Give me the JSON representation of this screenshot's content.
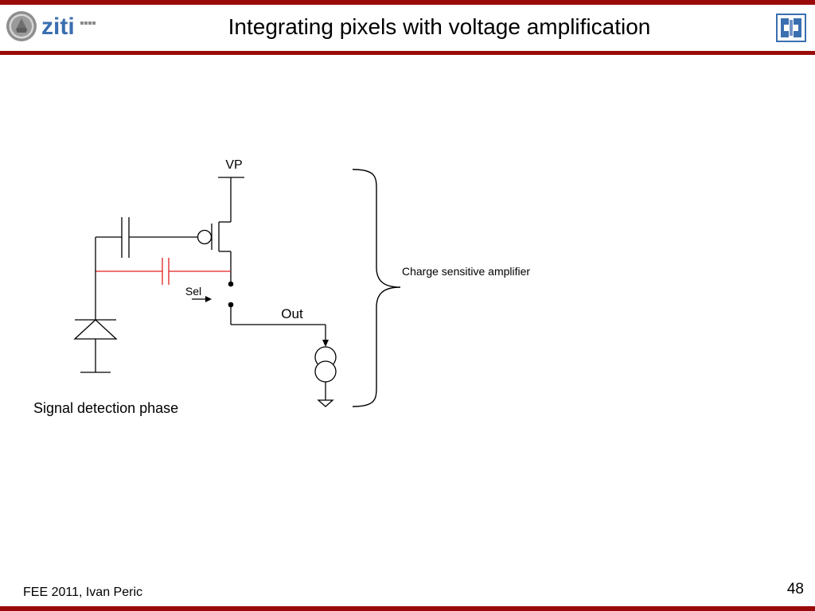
{
  "header": {
    "title": "Integrating pixels with voltage amplification",
    "logo_text": "ziti"
  },
  "diagram": {
    "vp_label": "VP",
    "sel_label": "Sel",
    "out_label": "Out",
    "brace_label": "Charge sensitive amplifier",
    "caption": "Signal detection phase"
  },
  "footer": {
    "left_text": "FEE 2011, Ivan Peric",
    "page_number": "48"
  },
  "colors": {
    "accent": "#9b0a0a",
    "feedback_capacitor": "#e02020",
    "logo_blue": "#3a6fb0",
    "logo_gray": "#8a8a8a"
  }
}
